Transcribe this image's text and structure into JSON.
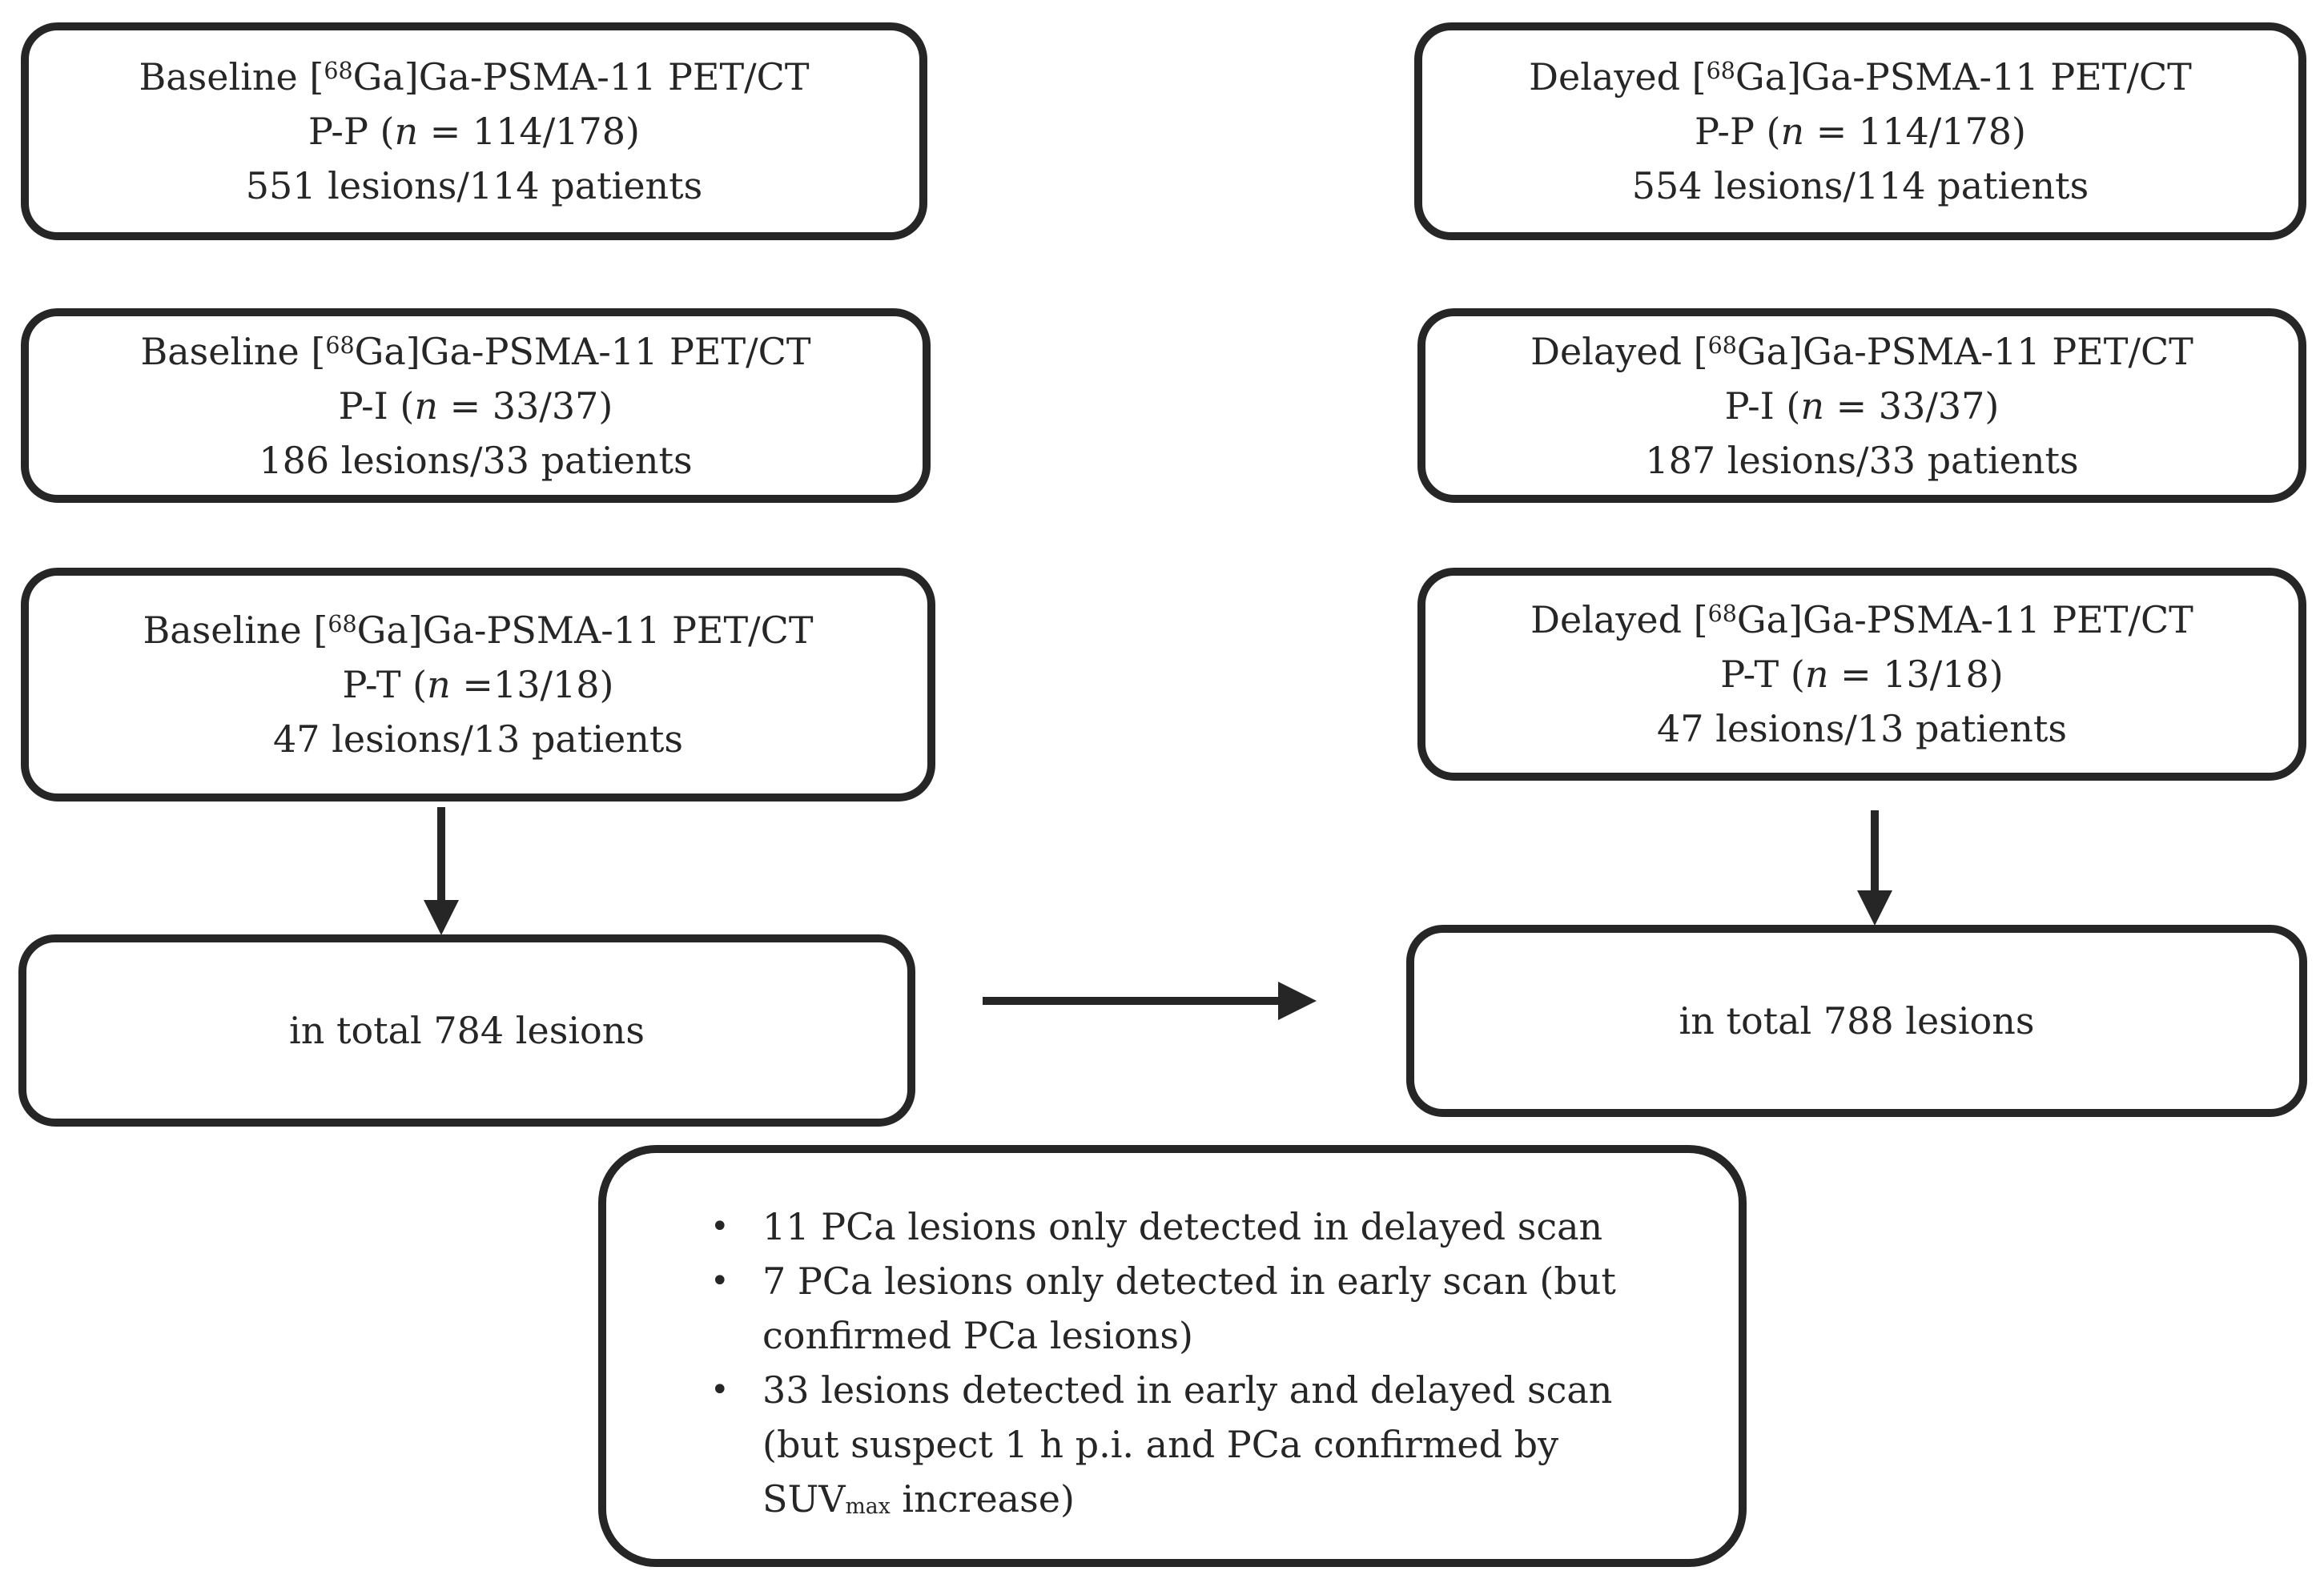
{
  "figure": {
    "ink_color": "#262626",
    "background_color": "#ffffff",
    "type": "flowchart"
  },
  "scan_boxes": [
    {
      "id": "baseline-pp",
      "title_pre": "Baseline [",
      "isotope": "68",
      "title_post": "Ga]Ga-PSMA-11 PET/CT",
      "cohort_pre": "P-P (",
      "n_symbol": "n",
      "cohort_post": " = 114/178)",
      "counts": "551 lesions/114 patients"
    },
    {
      "id": "baseline-pi",
      "title_pre": "Baseline [",
      "isotope": "68",
      "title_post": "Ga]Ga-PSMA-11 PET/CT",
      "cohort_pre": "P-I (",
      "n_symbol": "n",
      "cohort_post": " = 33/37)",
      "counts": "186 lesions/33 patients"
    },
    {
      "id": "baseline-pt",
      "title_pre": "Baseline [",
      "isotope": "68",
      "title_post": "Ga]Ga-PSMA-11 PET/CT",
      "cohort_pre": "P-T (",
      "n_symbol": "n",
      "cohort_post": " =13/18)",
      "counts": "47 lesions/13 patients"
    },
    {
      "id": "delayed-pp",
      "title_pre": "Delayed [",
      "isotope": "68",
      "title_post": "Ga]Ga-PSMA-11 PET/CT",
      "cohort_pre": "P-P (",
      "n_symbol": "n",
      "cohort_post": " = 114/178)",
      "counts": "554 lesions/114 patients"
    },
    {
      "id": "delayed-pi",
      "title_pre": "Delayed [",
      "isotope": "68",
      "title_post": "Ga]Ga-PSMA-11 PET/CT",
      "cohort_pre": "P-I (",
      "n_symbol": "n",
      "cohort_post": " = 33/37)",
      "counts": "187 lesions/33 patients"
    },
    {
      "id": "delayed-pt",
      "title_pre": "Delayed [",
      "isotope": "68",
      "title_post": "Ga]Ga-PSMA-11 PET/CT",
      "cohort_pre": "P-T (",
      "n_symbol": "n",
      "cohort_post": " = 13/18)",
      "counts": "47 lesions/13 patients"
    }
  ],
  "totals": {
    "left": "in total 784 lesions",
    "right": "in total 788 lesions"
  },
  "notes": {
    "marker": "•",
    "bullets": [
      {
        "text": "11 PCa lesions only detected in delayed scan",
        "sub": "",
        "post": ""
      },
      {
        "text": "7 PCa lesions only detected in early scan (but confirmed PCa lesions)",
        "sub": "",
        "post": ""
      },
      {
        "text": "33 lesions detected in early and delayed scan (but suspect 1 h p.i. and PCa confirmed by SUV",
        "sub": "max",
        "post": " increase)"
      }
    ]
  }
}
